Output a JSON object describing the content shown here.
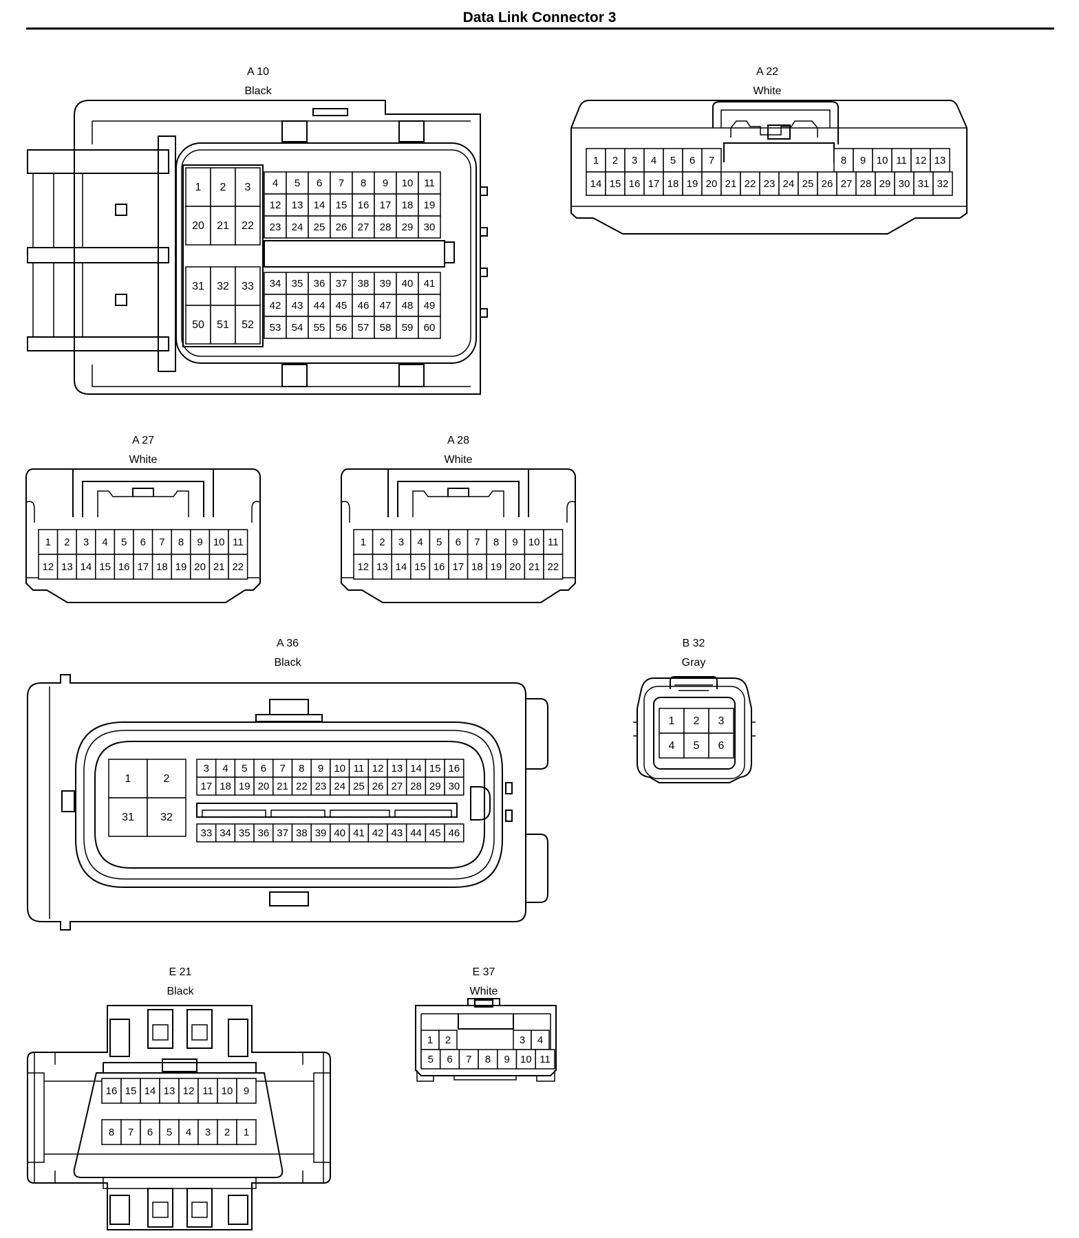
{
  "title": "Data Link Connector 3",
  "connectors": {
    "a10": {
      "id": "A 10",
      "color": "Black",
      "pins": {
        "tl": [
          [
            "1",
            "2",
            "3"
          ],
          [
            "20",
            "21",
            "22"
          ]
        ],
        "tr": [
          [
            "4",
            "5",
            "6",
            "7",
            "8",
            "9",
            "10",
            "11"
          ],
          [
            "12",
            "13",
            "14",
            "15",
            "16",
            "17",
            "18",
            "19"
          ],
          [
            "23",
            "24",
            "25",
            "26",
            "27",
            "28",
            "29",
            "30"
          ]
        ],
        "bl": [
          [
            "31",
            "32",
            "33"
          ],
          [
            "50",
            "51",
            "52"
          ]
        ],
        "br": [
          [
            "34",
            "35",
            "36",
            "37",
            "38",
            "39",
            "40",
            "41"
          ],
          [
            "42",
            "43",
            "44",
            "45",
            "46",
            "47",
            "48",
            "49"
          ],
          [
            "53",
            "54",
            "55",
            "56",
            "57",
            "58",
            "59",
            "60"
          ]
        ]
      }
    },
    "a22": {
      "id": "A 22",
      "color": "White",
      "pins": {
        "top_left": [
          "1",
          "2",
          "3",
          "4",
          "5",
          "6",
          "7"
        ],
        "top_right": [
          "8",
          "9",
          "10",
          "11",
          "12",
          "13"
        ],
        "bottom": [
          "14",
          "15",
          "16",
          "17",
          "18",
          "19",
          "20",
          "21",
          "22",
          "23",
          "24",
          "25",
          "26",
          "27",
          "28",
          "29",
          "30",
          "31",
          "32"
        ]
      }
    },
    "a27": {
      "id": "A 27",
      "color": "White",
      "pins": [
        [
          "1",
          "2",
          "3",
          "4",
          "5",
          "6",
          "7",
          "8",
          "9",
          "10",
          "11"
        ],
        [
          "12",
          "13",
          "14",
          "15",
          "16",
          "17",
          "18",
          "19",
          "20",
          "21",
          "22"
        ]
      ]
    },
    "a28": {
      "id": "A 28",
      "color": "White",
      "pins": [
        [
          "1",
          "2",
          "3",
          "4",
          "5",
          "6",
          "7",
          "8",
          "9",
          "10",
          "11"
        ],
        [
          "12",
          "13",
          "14",
          "15",
          "16",
          "17",
          "18",
          "19",
          "20",
          "21",
          "22"
        ]
      ]
    },
    "a36": {
      "id": "A 36",
      "color": "Black",
      "pins": {
        "big": [
          [
            "1",
            "2"
          ],
          [
            "31",
            "32"
          ]
        ],
        "row1": [
          "3",
          "4",
          "5",
          "6",
          "7",
          "8",
          "9",
          "10",
          "11",
          "12",
          "13",
          "14",
          "15",
          "16"
        ],
        "row2": [
          "17",
          "18",
          "19",
          "20",
          "21",
          "22",
          "23",
          "24",
          "25",
          "26",
          "27",
          "28",
          "29",
          "30"
        ],
        "row3": [
          "33",
          "34",
          "35",
          "36",
          "37",
          "38",
          "39",
          "40",
          "41",
          "42",
          "43",
          "44",
          "45",
          "46"
        ]
      }
    },
    "b32": {
      "id": "B 32",
      "color": "Gray",
      "pins": [
        [
          "1",
          "2",
          "3"
        ],
        [
          "4",
          "5",
          "6"
        ]
      ]
    },
    "e21": {
      "id": "E 21",
      "color": "Black",
      "pins": [
        [
          "16",
          "15",
          "14",
          "13",
          "12",
          "11",
          "10",
          "9"
        ],
        [
          "8",
          "7",
          "6",
          "5",
          "4",
          "3",
          "2",
          "1"
        ]
      ]
    },
    "e37": {
      "id": "E 37",
      "color": "White",
      "pins": {
        "top_left": [
          "1",
          "2"
        ],
        "top_right": [
          "3",
          "4"
        ],
        "bottom": [
          "5",
          "6",
          "7",
          "8",
          "9",
          "10",
          "11"
        ]
      }
    }
  }
}
